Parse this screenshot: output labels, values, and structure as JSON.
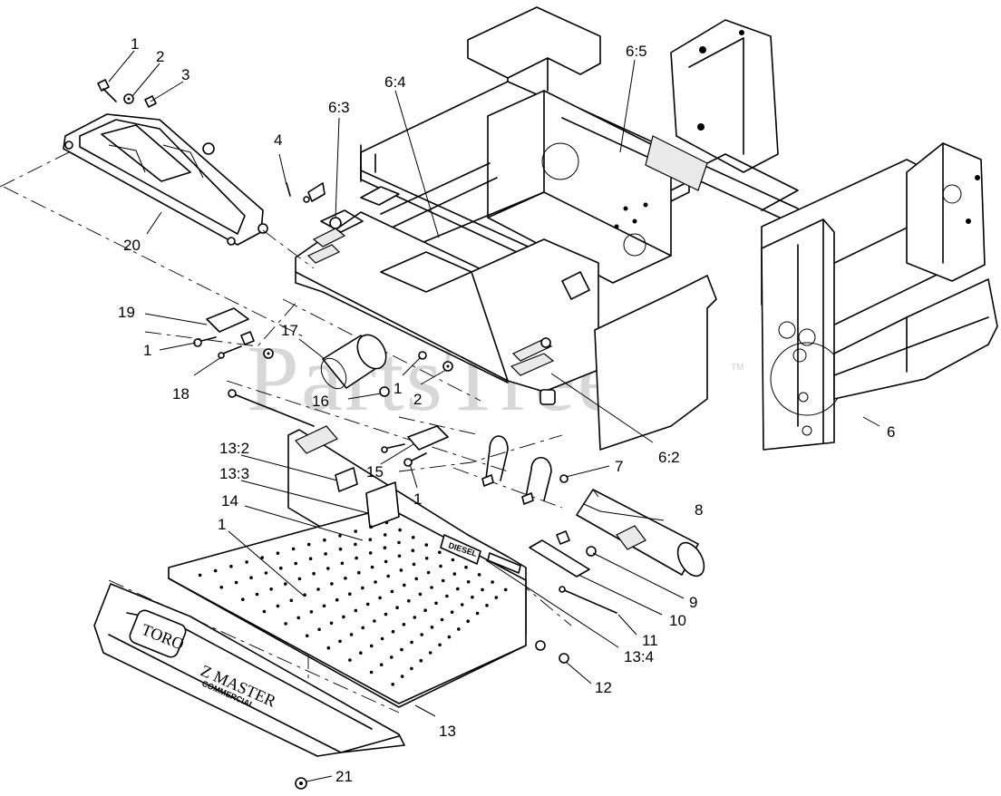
{
  "watermark": {
    "text": "PartsTree",
    "tm": "TM"
  },
  "callouts": [
    {
      "id": "c1a",
      "label": "1"
    },
    {
      "id": "c2a",
      "label": "2"
    },
    {
      "id": "c3",
      "label": "3"
    },
    {
      "id": "c4",
      "label": "4"
    },
    {
      "id": "c63",
      "label": "6:3"
    },
    {
      "id": "c64",
      "label": "6:4"
    },
    {
      "id": "c65",
      "label": "6:5"
    },
    {
      "id": "c20",
      "label": "20"
    },
    {
      "id": "c19",
      "label": "19"
    },
    {
      "id": "c1b",
      "label": "1"
    },
    {
      "id": "c18",
      "label": "18"
    },
    {
      "id": "c17",
      "label": "17"
    },
    {
      "id": "c1c",
      "label": "1"
    },
    {
      "id": "c2b",
      "label": "2"
    },
    {
      "id": "c16",
      "label": "16"
    },
    {
      "id": "c6",
      "label": "6"
    },
    {
      "id": "c62",
      "label": "6:2"
    },
    {
      "id": "c132",
      "label": "13:2"
    },
    {
      "id": "c15",
      "label": "15"
    },
    {
      "id": "c7",
      "label": "7"
    },
    {
      "id": "c133",
      "label": "13:3"
    },
    {
      "id": "c1d",
      "label": "1"
    },
    {
      "id": "c14",
      "label": "14"
    },
    {
      "id": "c8",
      "label": "8"
    },
    {
      "id": "c1e",
      "label": "1"
    },
    {
      "id": "c9",
      "label": "9"
    },
    {
      "id": "c10",
      "label": "10"
    },
    {
      "id": "c11",
      "label": "11"
    },
    {
      "id": "c134",
      "label": "13:4"
    },
    {
      "id": "c12",
      "label": "12"
    },
    {
      "id": "c13",
      "label": "13"
    },
    {
      "id": "c21",
      "label": "21"
    }
  ],
  "decals": {
    "diesel": "DIESEL",
    "brand": "TORO",
    "model": "Z MASTER",
    "model_sub": "COMMERCIAL"
  }
}
